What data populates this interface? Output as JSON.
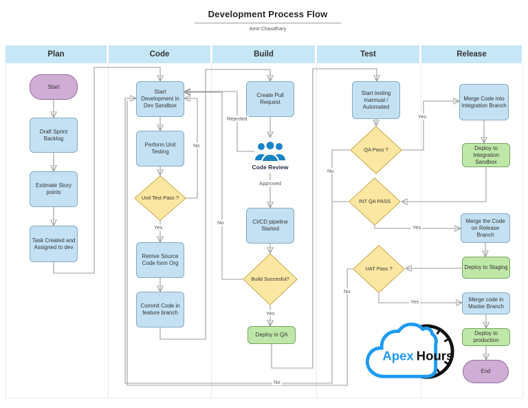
{
  "title": "Development Process Flow",
  "subtitle": "Amit Chaudhary",
  "lanes": [
    "Plan",
    "Code",
    "Build",
    "Test",
    "Release"
  ],
  "nodes": {
    "start": "Start",
    "draft_sprint": "Draft Sprint Backlog",
    "estimate_story": "Estimate Story points",
    "task_created": "Task Created and Assigned to dev",
    "start_dev": "Start Development in Dev Sandbox",
    "perform_unit": "Perform Unit Testing",
    "unit_test_pass": "Unit Test Pass ?",
    "retrive_source": "Retrive Source Code form Org",
    "commit_code": "Commit Code in feature branch",
    "create_pr": "Create Pull Request",
    "code_review": "Code Review",
    "cicd": "CI/CD pipeline Started",
    "build_successful": "Build Succesful?",
    "deploy_qa": "Deploy in QA",
    "start_testing": "Start testing mannual / Automated",
    "qa_pass": "QA Pass ?",
    "int_qa_pass": "INT QA PASS",
    "uat_pass": "UAT Pass ?",
    "merge_integration": "Merge Code into Integration Branch",
    "deploy_int_sandbox": "Deploy to Integration Sandbox",
    "merge_release": "Merge the Code on Release Branch",
    "deploy_staging": "Deploy to Staging",
    "merge_master": "Merge code in Master Branch",
    "deploy_production": "Deploy to production",
    "end": "End"
  },
  "edge_labels": {
    "unit_yes": "Yes",
    "unit_no": "No",
    "rejected": "Rejected",
    "approved": "Approved",
    "build_no": "No",
    "build_yes": "Yes",
    "qa_yes": "Yes",
    "qa_no": "No",
    "int_yes": "Yes",
    "uat_yes": "Yes",
    "uat_no": "No",
    "long_no": "No"
  },
  "logo": {
    "word1": "Apex",
    "word2": "Hours"
  },
  "colors": {
    "lane_header_fill": "#c6e7f7",
    "process_fill": "#c3e1f3",
    "process_border": "#86a7bf",
    "decision_fill": "#fbe7a1",
    "decision_border": "#c9a54a",
    "deploy_fill": "#bfe8a8",
    "deploy_border": "#73a45f",
    "terminator_fill": "#cfadd4",
    "terminator_border": "#8f6aa0",
    "connector": "#9a9a9a",
    "brand_blue": "#1e9af1",
    "brand_black": "#111111"
  }
}
